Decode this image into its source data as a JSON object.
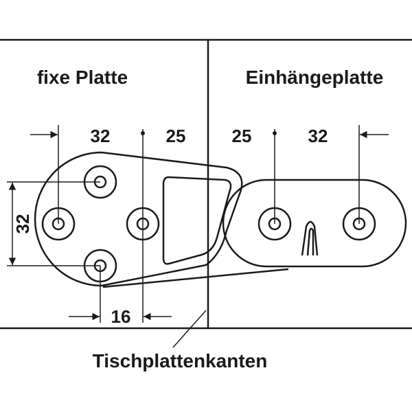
{
  "labels": {
    "left_title": "fixe Platte",
    "right_title": "Einhängeplatte",
    "bottom_caption": "Tischplattenkanten"
  },
  "dimensions": {
    "left_top_32": "32",
    "left_top_25": "25",
    "right_top_25": "25",
    "right_top_32": "32",
    "left_vertical_32": "32",
    "bottom_16": "16"
  },
  "colors": {
    "line": "#1a1a1a",
    "background": "#ffffff"
  }
}
